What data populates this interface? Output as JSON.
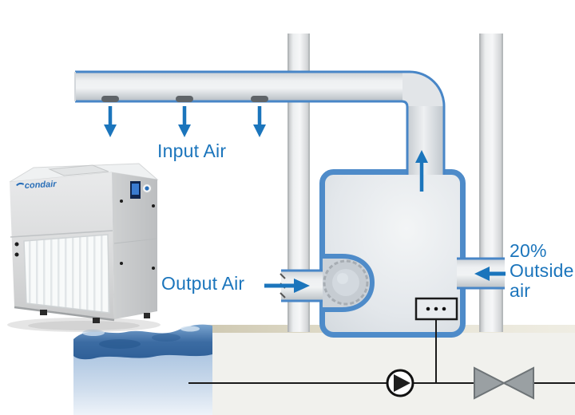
{
  "labels": {
    "input_air": "Input Air",
    "output_air": "Output Air",
    "outside_air": {
      "line1": "20%",
      "line2": "Outside",
      "line3": "air"
    }
  },
  "unit": {
    "brand": "condair"
  },
  "icons": {
    "pump": "pump-icon",
    "valve": "valve-icon",
    "sensor_box": "sensor-box-icon",
    "flow_arrows": "blue-flow-arrow-icons"
  },
  "colors": {
    "label_blue": "#1b75bc",
    "duct_border_blue": "#4886c7",
    "chamber_border_blue": "#4e8bc9",
    "pipe_line_black": "#1a1a1a",
    "valve_gray": "#9aa0a3",
    "water_blue": "#2e5f97"
  }
}
